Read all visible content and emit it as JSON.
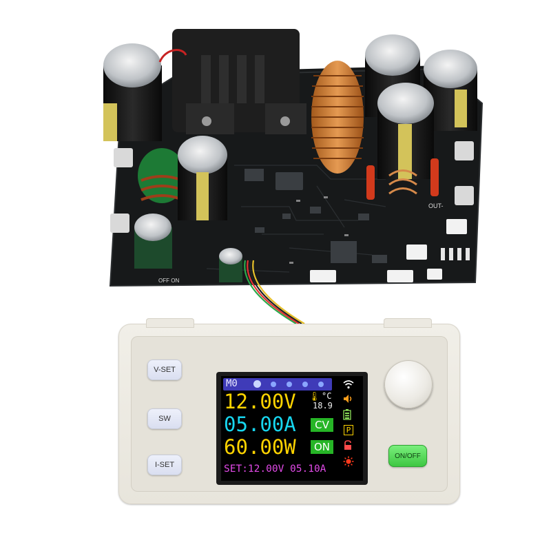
{
  "pcb": {
    "silkscreen_label": "OUT-",
    "switch_label": "OFF ON"
  },
  "panel": {
    "buttons": {
      "v_set": "V-SET",
      "sw": "SW",
      "i_set": "I-SET",
      "on_off": "ON/OFF"
    },
    "lcd": {
      "memory": "M0",
      "voltage": "12.00V",
      "current": "05.00A",
      "power": "60.00W",
      "temperature_unit": "°C",
      "temperature": "18.9",
      "mode_badge": "CV",
      "output_badge": "ON",
      "protect_icon": "P",
      "setpoint": "SET:12.00V 05.10A",
      "colors": {
        "voltage": "#ffd400",
        "current": "#17d6ef",
        "power": "#ffd400",
        "setpoint": "#e24ae8",
        "badge": "#26b526",
        "memory_bar": "#3f3bb8"
      },
      "status_icons": [
        "wifi-icon",
        "speaker-icon",
        "battery-icon",
        "protect-icon",
        "lock-icon",
        "brightness-icon"
      ]
    }
  }
}
